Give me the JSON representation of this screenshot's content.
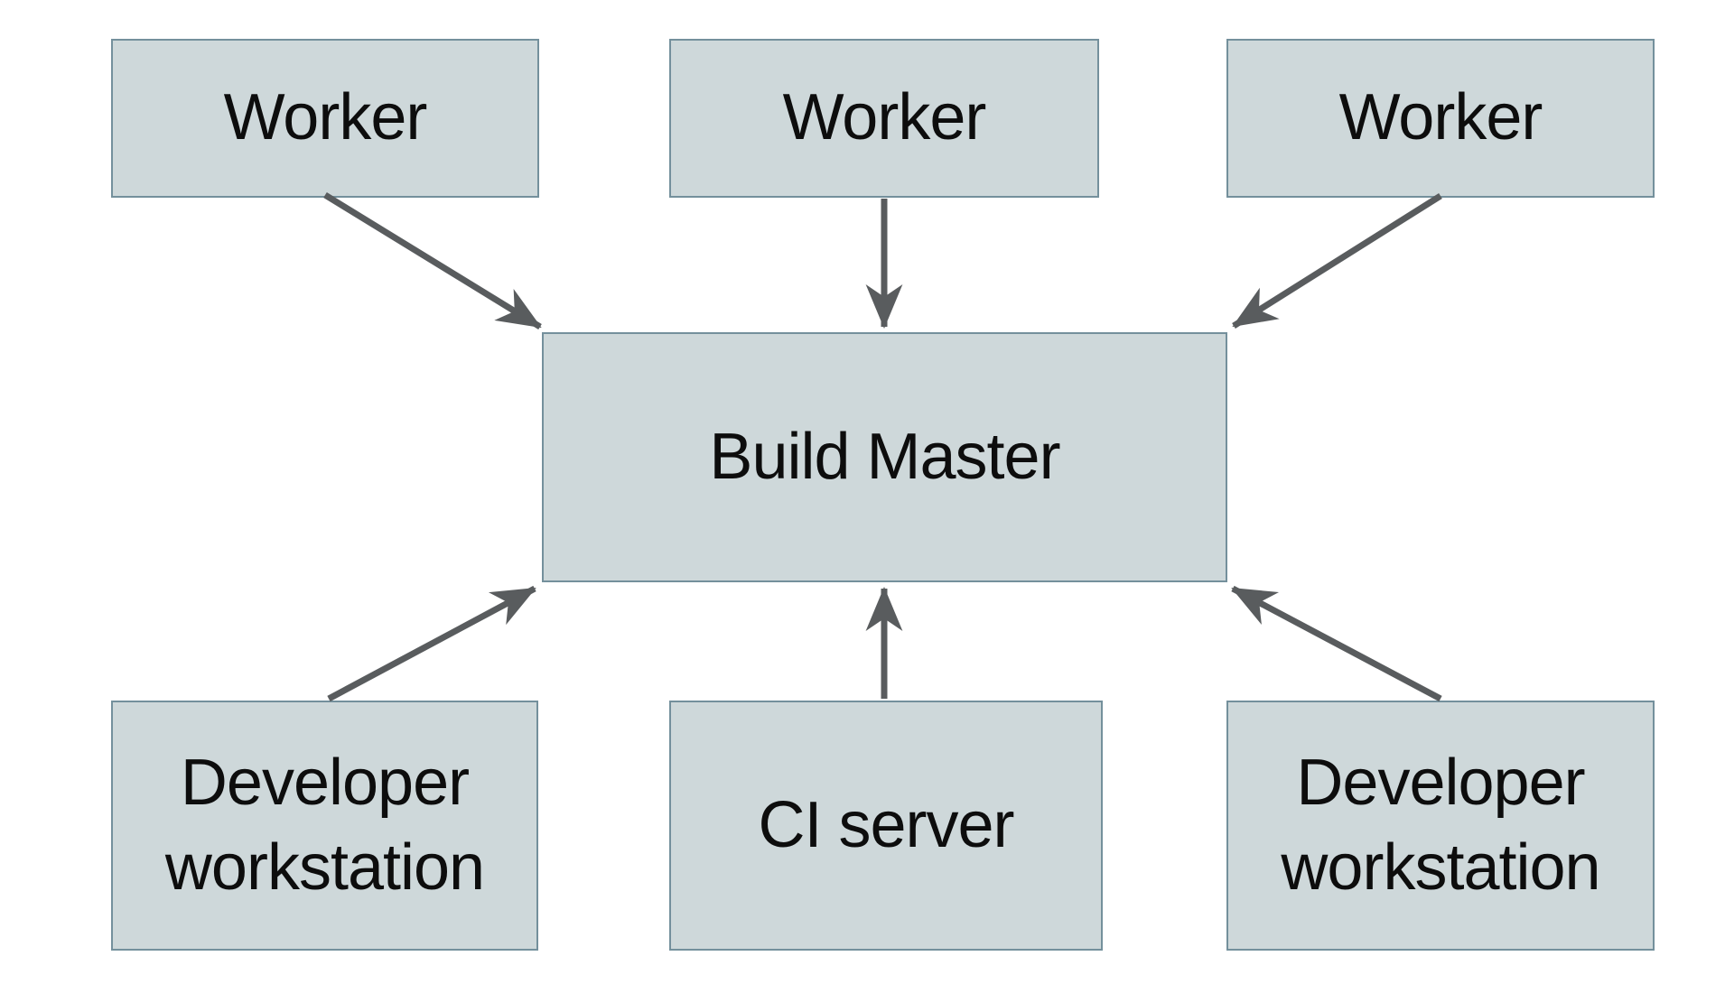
{
  "colors": {
    "background": "#ffffff",
    "node_fill": "#ced8da",
    "node_border": "#74909c",
    "arrow": "#595c5e",
    "text": "#0d0d0d"
  },
  "nodes": {
    "worker_1": {
      "label": "Worker"
    },
    "worker_2": {
      "label": "Worker"
    },
    "worker_3": {
      "label": "Worker"
    },
    "build_master": {
      "label": "Build Master"
    },
    "dev_workstation_1": {
      "label": "Developer workstation"
    },
    "ci_server": {
      "label": "CI server"
    },
    "dev_workstation_2": {
      "label": "Developer workstation"
    }
  },
  "edges": [
    {
      "from": "worker_1",
      "to": "build_master"
    },
    {
      "from": "worker_2",
      "to": "build_master"
    },
    {
      "from": "worker_3",
      "to": "build_master"
    },
    {
      "from": "dev_workstation_1",
      "to": "build_master"
    },
    {
      "from": "ci_server",
      "to": "build_master"
    },
    {
      "from": "dev_workstation_2",
      "to": "build_master"
    }
  ]
}
